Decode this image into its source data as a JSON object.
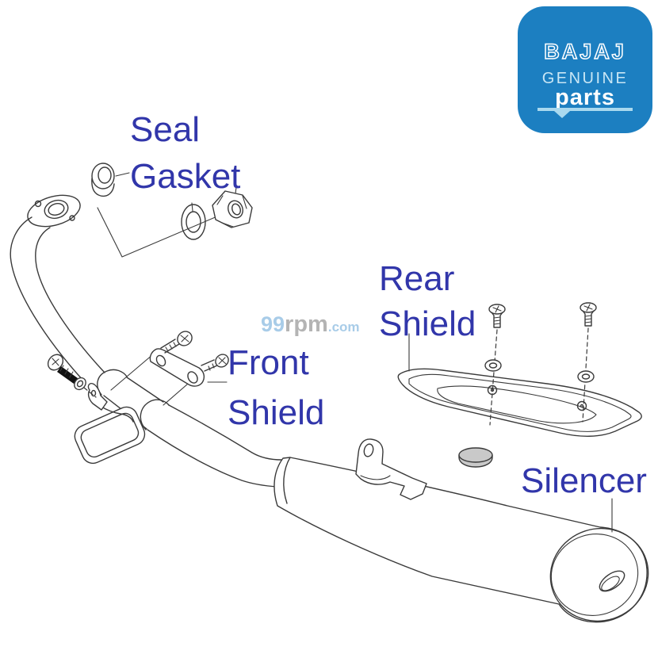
{
  "diagram": {
    "labels": {
      "seal": "Seal",
      "gasket": "Gasket",
      "rear_line1": "Rear",
      "rear_line2": "Shield",
      "front_line1": "Front",
      "front_line2": "Shield",
      "silencer": "Silencer"
    }
  },
  "watermark": {
    "num": "99",
    "brand": "rpm",
    "tld": ".com"
  },
  "logo": {
    "brand": "BAJAJ",
    "genuine": "GENUINE",
    "parts": "parts"
  },
  "colors": {
    "label_text": "#3136aa",
    "line_art": "#3a3a3a",
    "logo_background": "#1c7fc1",
    "logo_accent": "#a9d9ef",
    "logo_text": "#ffffff",
    "watermark_blue": "#a8cce8",
    "watermark_gray": "#b4b4b4",
    "pad_fill": "#c9c9c9",
    "bolt_shaft": "#111111"
  }
}
